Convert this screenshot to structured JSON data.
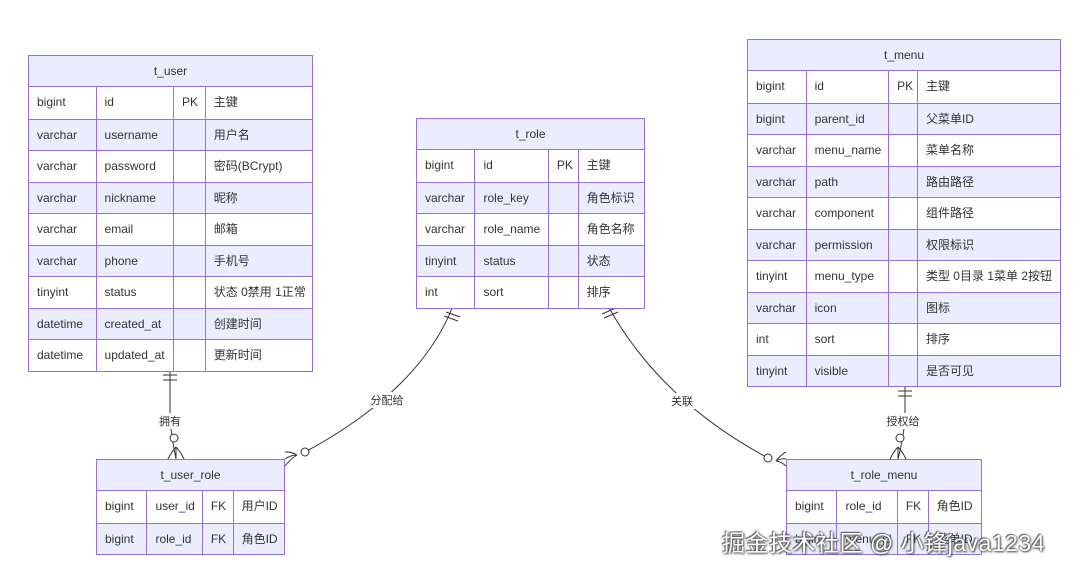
{
  "entities": [
    {
      "id": "t_user",
      "title": "t_user",
      "rows": [
        [
          "bigint",
          "id",
          "PK",
          "主键"
        ],
        [
          "varchar",
          "username",
          "",
          "用户名"
        ],
        [
          "varchar",
          "password",
          "",
          "密码(BCrypt)"
        ],
        [
          "varchar",
          "nickname",
          "",
          "昵称"
        ],
        [
          "varchar",
          "email",
          "",
          "邮箱"
        ],
        [
          "varchar",
          "phone",
          "",
          "手机号"
        ],
        [
          "tinyint",
          "status",
          "",
          "状态 0禁用 1正常"
        ],
        [
          "datetime",
          "created_at",
          "",
          "创建时间"
        ],
        [
          "datetime",
          "updated_at",
          "",
          "更新时间"
        ]
      ]
    },
    {
      "id": "t_role",
      "title": "t_role",
      "rows": [
        [
          "bigint",
          "id",
          "PK",
          "主键"
        ],
        [
          "varchar",
          "role_key",
          "",
          "角色标识"
        ],
        [
          "varchar",
          "role_name",
          "",
          "角色名称"
        ],
        [
          "tinyint",
          "status",
          "",
          "状态"
        ],
        [
          "int",
          "sort",
          "",
          "排序"
        ]
      ]
    },
    {
      "id": "t_menu",
      "title": "t_menu",
      "rows": [
        [
          "bigint",
          "id",
          "PK",
          "主键"
        ],
        [
          "bigint",
          "parent_id",
          "",
          "父菜单ID"
        ],
        [
          "varchar",
          "menu_name",
          "",
          "菜单名称"
        ],
        [
          "varchar",
          "path",
          "",
          "路由路径"
        ],
        [
          "varchar",
          "component",
          "",
          "组件路径"
        ],
        [
          "varchar",
          "permission",
          "",
          "权限标识"
        ],
        [
          "tinyint",
          "menu_type",
          "",
          "类型 0目录 1菜单 2按钮"
        ],
        [
          "varchar",
          "icon",
          "",
          "图标"
        ],
        [
          "int",
          "sort",
          "",
          "排序"
        ],
        [
          "tinyint",
          "visible",
          "",
          "是否可见"
        ]
      ]
    },
    {
      "id": "t_user_role",
      "title": "t_user_role",
      "rows": [
        [
          "bigint",
          "user_id",
          "FK",
          "用户ID"
        ],
        [
          "bigint",
          "role_id",
          "FK",
          "角色ID"
        ]
      ]
    },
    {
      "id": "t_role_menu",
      "title": "t_role_menu",
      "rows": [
        [
          "bigint",
          "role_id",
          "FK",
          "角色ID"
        ],
        [
          "bigint",
          "menu_id",
          "FK",
          "菜单ID"
        ]
      ]
    }
  ],
  "relationships": [
    {
      "from": "t_user",
      "to": "t_user_role",
      "label": "拥有"
    },
    {
      "from": "t_role",
      "to": "t_user_role",
      "label": "分配给"
    },
    {
      "from": "t_role",
      "to": "t_role_menu",
      "label": "关联"
    },
    {
      "from": "t_menu",
      "to": "t_role_menu",
      "label": "授权给"
    }
  ],
  "watermark": "掘金技术社区 @ 小锋java1234",
  "colors": {
    "border": "#9370db",
    "header_fill": "#ececff",
    "row_alt_fill": "#ececff",
    "line": "#333333"
  }
}
